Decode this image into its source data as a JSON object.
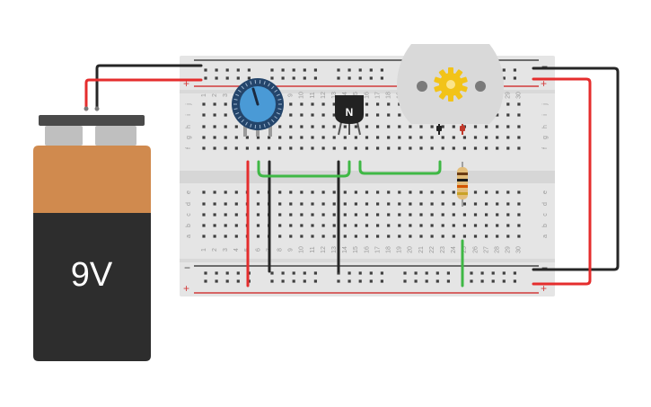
{
  "battery": {
    "label": "9V",
    "cap_color": "#d08a4e",
    "body_color": "#2d2d2d",
    "top_color": "#4a4a4a",
    "terminal_color": "#bfbfbf",
    "label_color": "#ffffff"
  },
  "breadboard": {
    "board_color": "#e5e5e5",
    "hole_color": "#3f3f3f",
    "rail_line_color": "#d23b3b",
    "neg_line_color": "#444444",
    "text_color": "#9a9a9a",
    "rail_minus": "−",
    "rail_plus": "+",
    "row_letters_top": [
      "j",
      "i",
      "h",
      "g",
      "f"
    ],
    "row_letters_bottom": [
      "e",
      "d",
      "c",
      "b",
      "a"
    ],
    "column_numbers": [
      "1",
      "2",
      "3",
      "4",
      "5",
      "6",
      "7",
      "8",
      "9",
      "10",
      "11",
      "12",
      "13",
      "14",
      "15",
      "16",
      "17",
      "18",
      "19",
      "20",
      "21",
      "22",
      "23",
      "24",
      "25",
      "26",
      "27",
      "28",
      "29",
      "30"
    ]
  },
  "transistor": {
    "label": "N",
    "color": "#222222"
  },
  "potentiometer": {
    "ring_color": "#24456b",
    "knob_color": "#4a9ad6"
  },
  "motor": {
    "body_color": "#d9d9d9",
    "gear_color": "#f2c318"
  },
  "resistor": {
    "band_colors": [
      "#6b3b12",
      "#1a1a1a",
      "#d35400",
      "#c9a227"
    ]
  },
  "wire_colors": {
    "red": "#e52d2d",
    "black": "#262626",
    "green": "#3fb845"
  }
}
